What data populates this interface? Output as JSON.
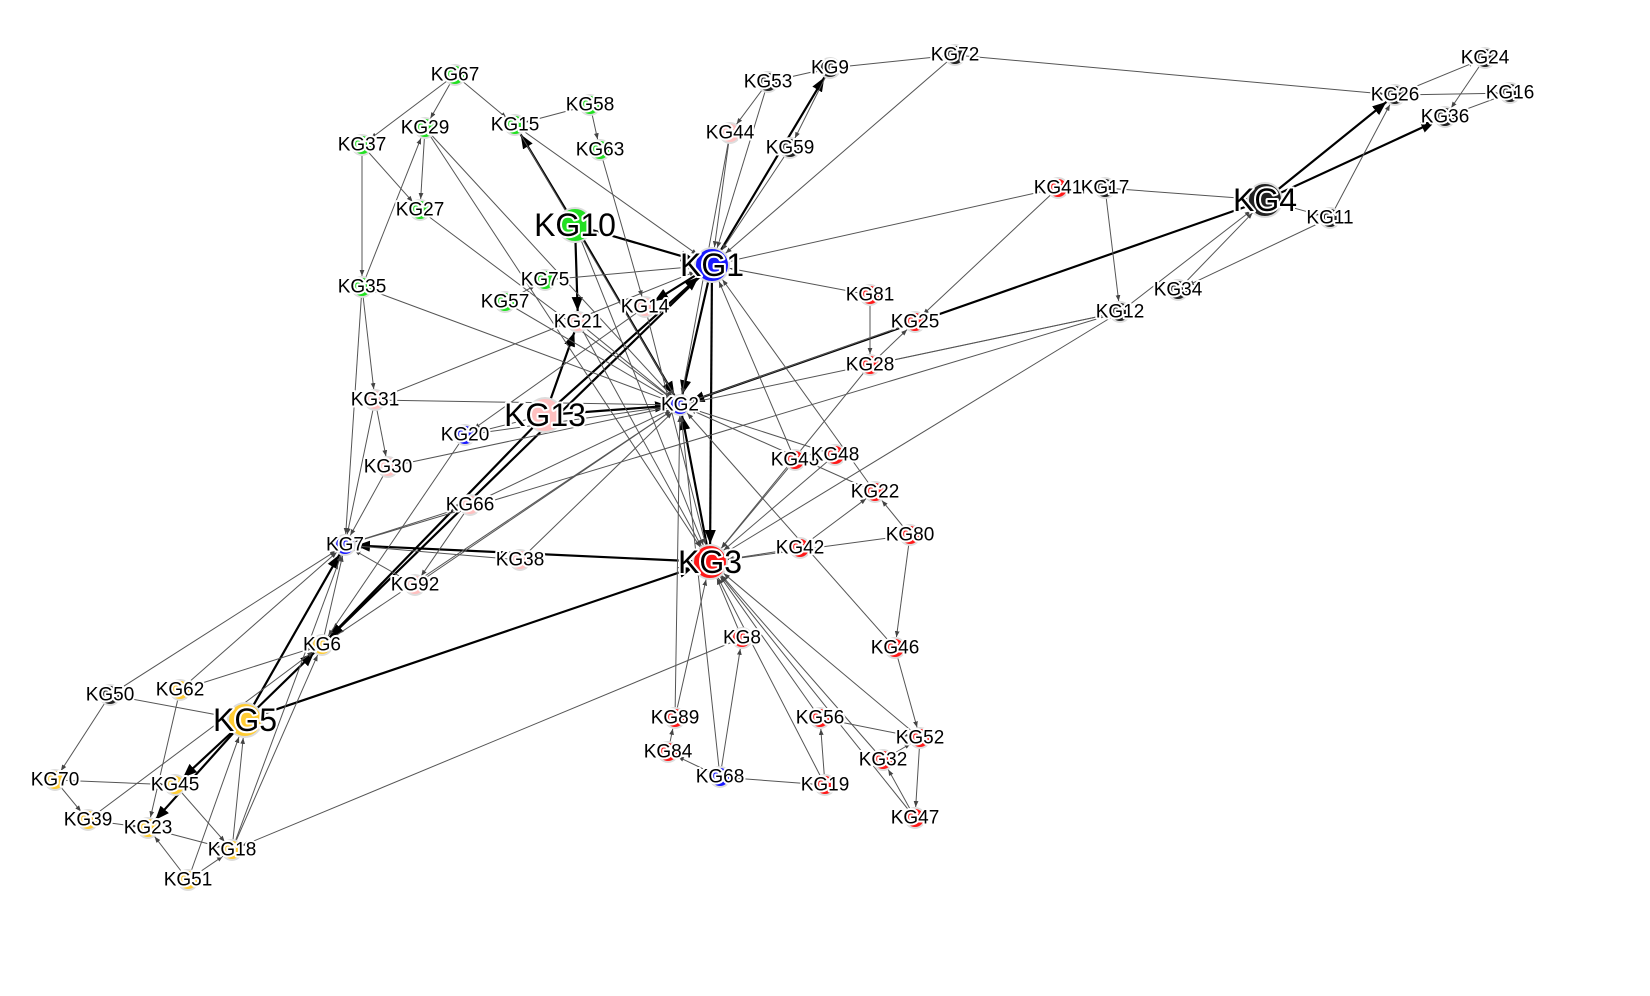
{
  "groups": {
    "green": "#22e022",
    "pink": "#ffc0c0",
    "blue": "#1a1aff",
    "orange": "#ffcc33",
    "black": "#222222",
    "red": "#ff1a1a"
  },
  "nodes": [
    {
      "id": "KG67",
      "group": "green"
    },
    {
      "id": "KG29",
      "group": "green"
    },
    {
      "id": "KG15",
      "group": "green"
    },
    {
      "id": "KG58",
      "group": "green"
    },
    {
      "id": "KG63",
      "group": "green"
    },
    {
      "id": "KG37",
      "group": "green"
    },
    {
      "id": "KG27",
      "group": "green"
    },
    {
      "id": "KG10",
      "group": "green",
      "major": true
    },
    {
      "id": "KG75",
      "group": "green"
    },
    {
      "id": "KG57",
      "group": "green"
    },
    {
      "id": "KG35",
      "group": "green"
    },
    {
      "id": "KG21",
      "group": "pink"
    },
    {
      "id": "KG14",
      "group": "pink"
    },
    {
      "id": "KG31",
      "group": "pink"
    },
    {
      "id": "KG13",
      "group": "pink",
      "major": true
    },
    {
      "id": "KG30",
      "group": "pink"
    },
    {
      "id": "KG66",
      "group": "pink"
    },
    {
      "id": "KG38",
      "group": "pink"
    },
    {
      "id": "KG92",
      "group": "pink"
    },
    {
      "id": "KG44",
      "group": "pink"
    },
    {
      "id": "KG20",
      "group": "blue"
    },
    {
      "id": "KG7",
      "group": "blue"
    },
    {
      "id": "KG1",
      "group": "blue",
      "major": true
    },
    {
      "id": "KG2",
      "group": "blue"
    },
    {
      "id": "KG68",
      "group": "blue"
    },
    {
      "id": "KG6",
      "group": "orange"
    },
    {
      "id": "KG62",
      "group": "orange"
    },
    {
      "id": "KG5",
      "group": "orange",
      "major": true
    },
    {
      "id": "KG70",
      "group": "orange"
    },
    {
      "id": "KG45",
      "group": "orange"
    },
    {
      "id": "KG39",
      "group": "orange"
    },
    {
      "id": "KG23",
      "group": "orange"
    },
    {
      "id": "KG18",
      "group": "orange"
    },
    {
      "id": "KG51",
      "group": "orange"
    },
    {
      "id": "KG50",
      "group": "black"
    },
    {
      "id": "KG53",
      "group": "black"
    },
    {
      "id": "KG9",
      "group": "black"
    },
    {
      "id": "KG72",
      "group": "black"
    },
    {
      "id": "KG59",
      "group": "black"
    },
    {
      "id": "KG17",
      "group": "black"
    },
    {
      "id": "KG4",
      "group": "black",
      "major": true
    },
    {
      "id": "KG11",
      "group": "black"
    },
    {
      "id": "KG12",
      "group": "black"
    },
    {
      "id": "KG34",
      "group": "black"
    },
    {
      "id": "KG26",
      "group": "black"
    },
    {
      "id": "KG24",
      "group": "black"
    },
    {
      "id": "KG16",
      "group": "black"
    },
    {
      "id": "KG36",
      "group": "black"
    },
    {
      "id": "KG3",
      "group": "red",
      "major": true
    },
    {
      "id": "KG81",
      "group": "red"
    },
    {
      "id": "KG25",
      "group": "red"
    },
    {
      "id": "KG28",
      "group": "red"
    },
    {
      "id": "KG43",
      "group": "red"
    },
    {
      "id": "KG48",
      "group": "red"
    },
    {
      "id": "KG22",
      "group": "red"
    },
    {
      "id": "KG80",
      "group": "red"
    },
    {
      "id": "KG42",
      "group": "red"
    },
    {
      "id": "KG8",
      "group": "red"
    },
    {
      "id": "KG46",
      "group": "red"
    },
    {
      "id": "KG89",
      "group": "red"
    },
    {
      "id": "KG56",
      "group": "red"
    },
    {
      "id": "KG52",
      "group": "red"
    },
    {
      "id": "KG84",
      "group": "red"
    },
    {
      "id": "KG32",
      "group": "red"
    },
    {
      "id": "KG19",
      "group": "red"
    },
    {
      "id": "KG47",
      "group": "red"
    },
    {
      "id": "KG41",
      "group": "red"
    }
  ],
  "edges": [
    [
      "KG10",
      "KG15",
      2
    ],
    [
      "KG10",
      "KG21",
      2
    ],
    [
      "KG10",
      "KG1",
      2
    ],
    [
      "KG10",
      "KG2",
      2
    ],
    [
      "KG10",
      "KG3",
      1
    ],
    [
      "KG13",
      "KG21",
      2
    ],
    [
      "KG13",
      "KG1",
      2
    ],
    [
      "KG13",
      "KG2",
      2
    ],
    [
      "KG13",
      "KG6",
      2
    ],
    [
      "KG13",
      "KG20",
      1
    ],
    [
      "KG1",
      "KG2",
      2
    ],
    [
      "KG1",
      "KG3",
      2
    ],
    [
      "KG1",
      "KG9",
      2
    ],
    [
      "KG1",
      "KG14",
      2
    ],
    [
      "KG1",
      "KG6",
      2
    ],
    [
      "KG3",
      "KG2",
      2
    ],
    [
      "KG3",
      "KG7",
      2
    ],
    [
      "KG5",
      "KG3",
      2
    ],
    [
      "KG5",
      "KG7",
      2
    ],
    [
      "KG5",
      "KG6",
      2
    ],
    [
      "KG5",
      "KG45",
      2
    ],
    [
      "KG5",
      "KG23",
      2
    ],
    [
      "KG4",
      "KG26",
      2
    ],
    [
      "KG4",
      "KG36",
      2
    ],
    [
      "KG4",
      "KG2",
      2
    ],
    [
      "KG4",
      "KG11",
      1
    ],
    [
      "KG17",
      "KG4",
      1
    ],
    [
      "KG41",
      "KG1",
      1
    ],
    [
      "KG41",
      "KG25",
      1
    ],
    [
      "KG17",
      "KG12",
      1
    ],
    [
      "KG12",
      "KG4",
      1
    ],
    [
      "KG34",
      "KG4",
      1
    ],
    [
      "KG11",
      "KG34",
      1
    ],
    [
      "KG26",
      "KG24",
      1
    ],
    [
      "KG26",
      "KG16",
      1
    ],
    [
      "KG24",
      "KG36",
      1
    ],
    [
      "KG16",
      "KG36",
      1
    ],
    [
      "KG11",
      "KG26",
      1
    ],
    [
      "KG72",
      "KG26",
      1
    ],
    [
      "KG72",
      "KG9",
      1
    ],
    [
      "KG72",
      "KG1",
      1
    ],
    [
      "KG53",
      "KG9",
      1
    ],
    [
      "KG53",
      "KG1",
      1
    ],
    [
      "KG53",
      "KG44",
      1
    ],
    [
      "KG59",
      "KG1",
      1
    ],
    [
      "KG9",
      "KG59",
      1
    ],
    [
      "KG44",
      "KG1",
      1
    ],
    [
      "KG44",
      "KG2",
      1
    ],
    [
      "KG12",
      "KG2",
      1
    ],
    [
      "KG12",
      "KG28",
      1
    ],
    [
      "KG12",
      "KG3",
      1
    ],
    [
      "KG12",
      "KG7",
      1
    ],
    [
      "KG81",
      "KG1",
      1
    ],
    [
      "KG81",
      "KG28",
      1
    ],
    [
      "KG25",
      "KG2",
      1
    ],
    [
      "KG28",
      "KG25",
      1
    ],
    [
      "KG28",
      "KG3",
      1
    ],
    [
      "KG43",
      "KG3",
      1
    ],
    [
      "KG48",
      "KG3",
      1
    ],
    [
      "KG22",
      "KG2",
      1
    ],
    [
      "KG22",
      "KG1",
      1
    ],
    [
      "KG80",
      "KG22",
      1
    ],
    [
      "KG80",
      "KG46",
      1
    ],
    [
      "KG80",
      "KG3",
      1
    ],
    [
      "KG42",
      "KG3",
      1
    ],
    [
      "KG42",
      "KG22",
      1
    ],
    [
      "KG46",
      "KG2",
      1
    ],
    [
      "KG46",
      "KG52",
      1
    ],
    [
      "KG52",
      "KG3",
      1
    ],
    [
      "KG52",
      "KG47",
      1
    ],
    [
      "KG32",
      "KG3",
      1
    ],
    [
      "KG32",
      "KG52",
      1
    ],
    [
      "KG47",
      "KG32",
      1
    ],
    [
      "KG47",
      "KG3",
      1
    ],
    [
      "KG19",
      "KG56",
      1
    ],
    [
      "KG19",
      "KG3",
      1
    ],
    [
      "KG19",
      "KG68",
      1
    ],
    [
      "KG56",
      "KG3",
      1
    ],
    [
      "KG56",
      "KG52",
      1
    ],
    [
      "KG68",
      "KG84",
      1
    ],
    [
      "KG68",
      "KG8",
      1
    ],
    [
      "KG68",
      "KG2",
      1
    ],
    [
      "KG89",
      "KG3",
      1
    ],
    [
      "KG89",
      "KG2",
      1
    ],
    [
      "KG84",
      "KG89",
      1
    ],
    [
      "KG8",
      "KG3",
      1
    ],
    [
      "KG8",
      "KG18",
      1
    ],
    [
      "KG67",
      "KG29",
      1
    ],
    [
      "KG67",
      "KG15",
      1
    ],
    [
      "KG67",
      "KG37",
      1
    ],
    [
      "KG58",
      "KG63",
      1
    ],
    [
      "KG58",
      "KG15",
      1
    ],
    [
      "KG63",
      "KG14",
      1
    ],
    [
      "KG29",
      "KG27",
      1
    ],
    [
      "KG29",
      "KG2",
      1
    ],
    [
      "KG29",
      "KG3",
      1
    ],
    [
      "KG37",
      "KG27",
      1
    ],
    [
      "KG37",
      "KG35",
      1
    ],
    [
      "KG27",
      "KG2",
      1
    ],
    [
      "KG35",
      "KG2",
      1
    ],
    [
      "KG35",
      "KG31",
      1
    ],
    [
      "KG35",
      "KG7",
      1
    ],
    [
      "KG35",
      "KG29",
      1
    ],
    [
      "KG57",
      "KG75",
      1
    ],
    [
      "KG57",
      "KG2",
      1
    ],
    [
      "KG75",
      "KG1",
      1
    ],
    [
      "KG21",
      "KG2",
      1
    ],
    [
      "KG21",
      "KG3",
      1
    ],
    [
      "KG14",
      "KG3",
      1
    ],
    [
      "KG14",
      "KG20",
      1
    ],
    [
      "KG31",
      "KG7",
      1
    ],
    [
      "KG31",
      "KG30",
      1
    ],
    [
      "KG31",
      "KG1",
      1
    ],
    [
      "KG31",
      "KG2",
      1
    ],
    [
      "KG30",
      "KG2",
      1
    ],
    [
      "KG30",
      "KG7",
      1
    ],
    [
      "KG20",
      "KG2",
      1
    ],
    [
      "KG20",
      "KG6",
      1
    ],
    [
      "KG66",
      "KG2",
      1
    ],
    [
      "KG66",
      "KG92",
      1
    ],
    [
      "KG66",
      "KG7",
      1
    ],
    [
      "KG38",
      "KG2",
      1
    ],
    [
      "KG38",
      "KG7",
      1
    ],
    [
      "KG92",
      "KG2",
      1
    ],
    [
      "KG92",
      "KG7",
      1
    ],
    [
      "KG6",
      "KG7",
      1
    ],
    [
      "KG6",
      "KG2",
      1
    ],
    [
      "KG62",
      "KG6",
      1
    ],
    [
      "KG62",
      "KG23",
      1
    ],
    [
      "KG62",
      "KG7",
      1
    ],
    [
      "KG50",
      "KG7",
      1
    ],
    [
      "KG50",
      "KG70",
      1
    ],
    [
      "KG50",
      "KG5",
      1
    ],
    [
      "KG70",
      "KG39",
      1
    ],
    [
      "KG70",
      "KG45",
      1
    ],
    [
      "KG39",
      "KG23",
      1
    ],
    [
      "KG39",
      "KG6",
      1
    ],
    [
      "KG45",
      "KG18",
      1
    ],
    [
      "KG23",
      "KG18",
      1
    ],
    [
      "KG51",
      "KG23",
      1
    ],
    [
      "KG51",
      "KG18",
      1
    ],
    [
      "KG51",
      "KG5",
      1
    ],
    [
      "KG18",
      "KG5",
      1
    ],
    [
      "KG18",
      "KG6",
      1
    ],
    [
      "KG18",
      "KG7",
      1
    ],
    [
      "KG15",
      "KG1",
      1
    ],
    [
      "KG15",
      "KG2",
      1
    ],
    [
      "KG43",
      "KG1",
      1
    ],
    [
      "KG48",
      "KG2",
      1
    ]
  ]
}
